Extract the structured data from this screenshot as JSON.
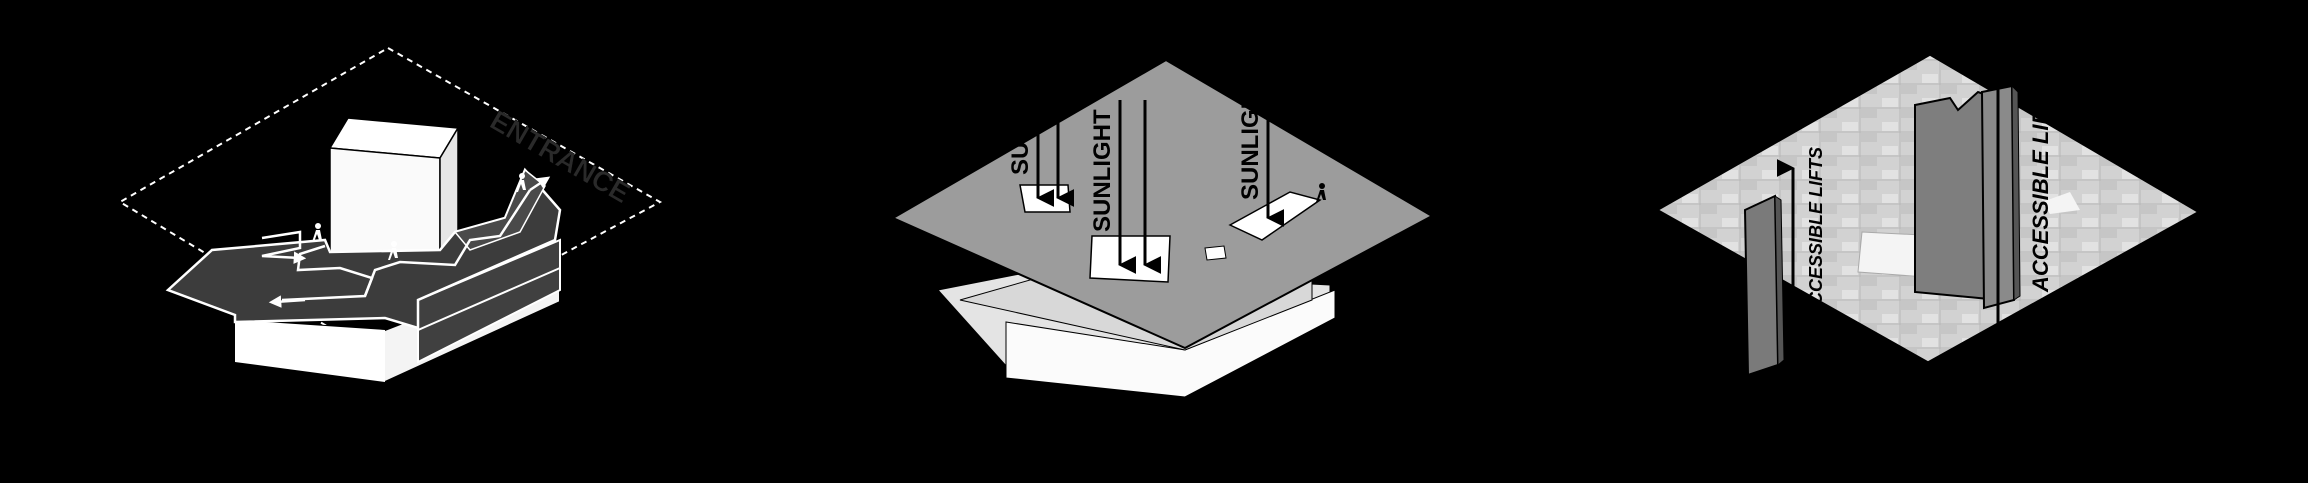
{
  "panels": [
    {
      "id": "entrance",
      "label": "ENTRANCE"
    },
    {
      "id": "sunlight",
      "labels": [
        "SUNLIGHT",
        "SUNLIGHT",
        "SUNLIGHT"
      ]
    },
    {
      "id": "lifts",
      "labels": [
        "ACCESSIBLE LIFTS",
        "ACCESSIBLE LIFTS"
      ]
    }
  ],
  "colors": {
    "background": "#000000",
    "mass": "#ffffff",
    "ramp": "#3a3a3a",
    "plate_grey": "#9a9a9a",
    "plan_light": "#d4d4d4",
    "lift": "#7a7a7a"
  },
  "icons": [
    "pedestrian-icon",
    "wheelchair-icon",
    "arrow-icon"
  ]
}
